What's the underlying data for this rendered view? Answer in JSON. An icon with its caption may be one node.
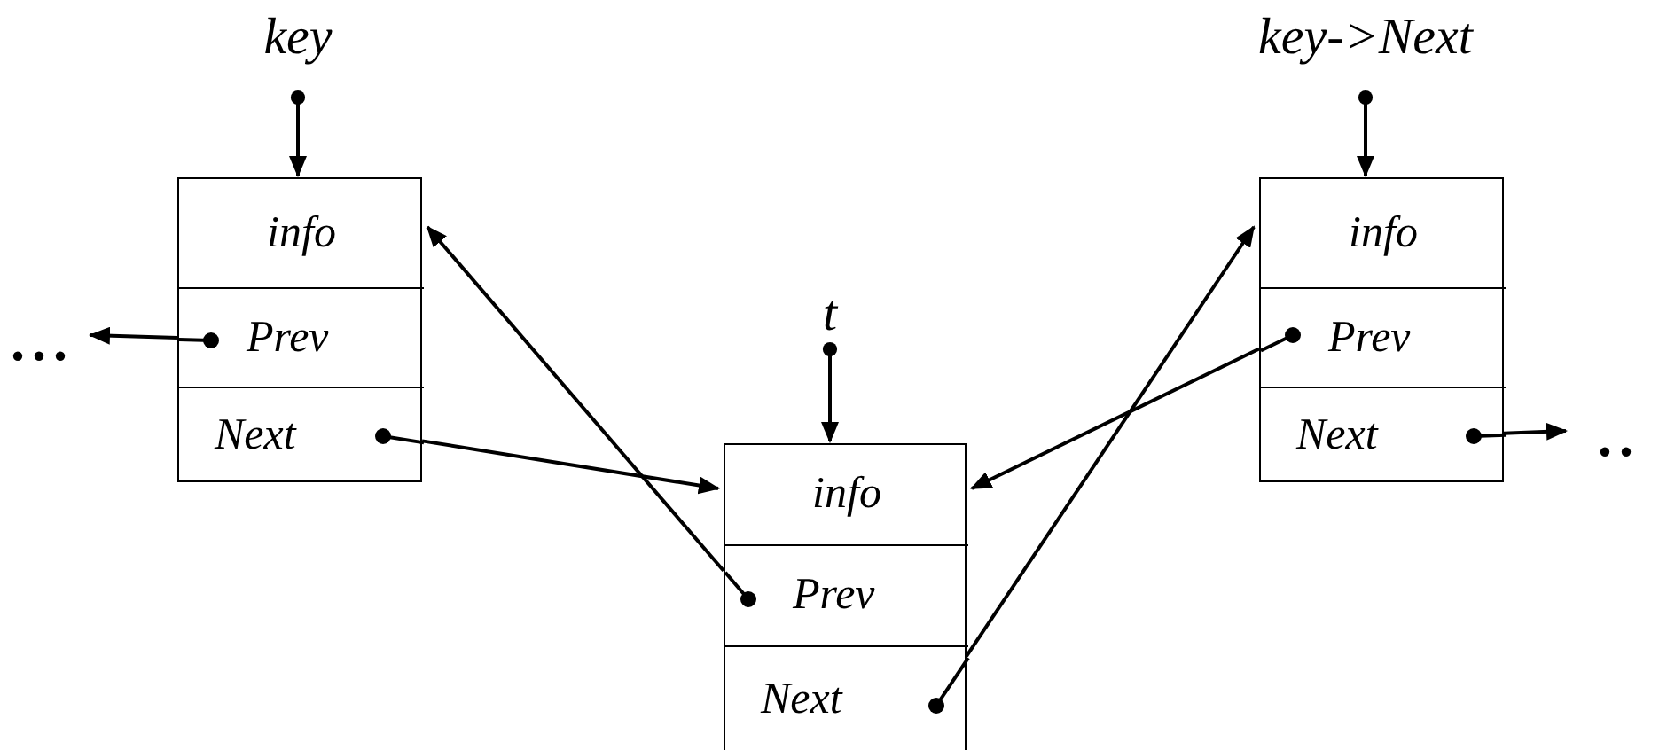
{
  "diagram": {
    "nodes": [
      {
        "text": [
          "key"
        ]
      },
      {
        "text": [],
        "shape": "box"
      },
      {
        "text": [
          "info"
        ],
        "in": 1
      },
      {
        "text": [
          "Prev"
        ],
        "in": 1
      },
      {
        "text": [
          "Next"
        ],
        "in": 1
      },
      {
        "text": [
          "..."
        ]
      },
      {
        "text": [
          "key->Next"
        ]
      },
      {
        "text": [],
        "shape": "box"
      },
      {
        "text": [
          "info"
        ],
        "in": 7
      },
      {
        "text": [
          "Prev"
        ],
        "in": 7
      },
      {
        "text": [
          "Next"
        ],
        "in": 7
      },
      {
        "text": [
          ".."
        ]
      },
      {
        "text": [
          "t"
        ]
      },
      {
        "text": [],
        "shape": "box"
      },
      {
        "text": [
          "info"
        ],
        "in": 13
      },
      {
        "text": [
          "Prev"
        ],
        "in": 13
      },
      {
        "text": [
          "Next"
        ],
        "in": 13
      }
    ],
    "edges": [
      {
        "from": 0,
        "to": 1,
        "arrow": "to"
      },
      {
        "from": 3,
        "to": 5,
        "arrow": "to"
      },
      {
        "from": 4,
        "to": 14,
        "arrow": "to"
      },
      {
        "from": 15,
        "to": 2,
        "arrow": "to"
      },
      {
        "from": 6,
        "to": 7,
        "arrow": "to"
      },
      {
        "from": 9,
        "to": 14,
        "arrow": "to"
      },
      {
        "from": 10,
        "to": 11,
        "arrow": "to"
      },
      {
        "from": 12,
        "to": 13,
        "arrow": "to"
      },
      {
        "from": 16,
        "to": 8,
        "arrow": "to"
      }
    ]
  }
}
